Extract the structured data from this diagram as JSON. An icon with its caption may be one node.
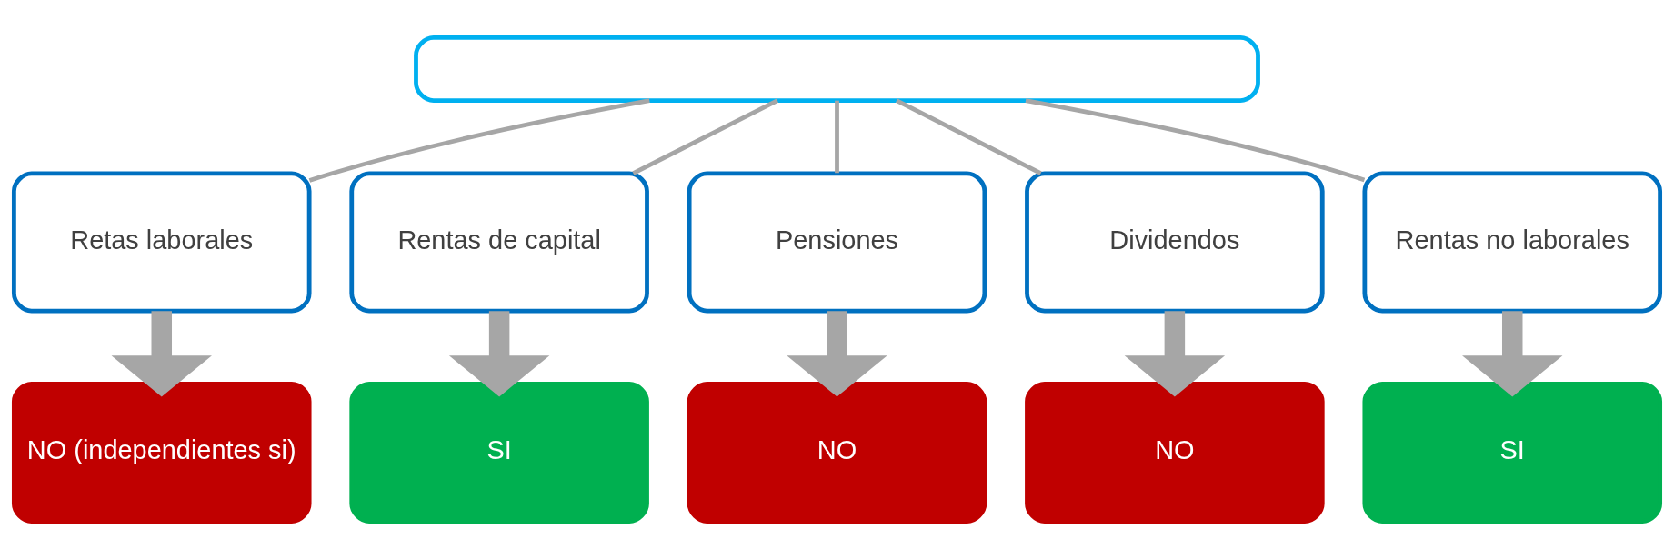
{
  "diagram": {
    "nodes": [
      {
        "text": [],
        "shape": "box"
      },
      {
        "text": [
          "Retas laborales"
        ]
      },
      {
        "text": [
          "Rentas de capital"
        ]
      },
      {
        "text": [
          "Pensiones"
        ]
      },
      {
        "text": [
          "Dividendos"
        ]
      },
      {
        "text": [
          "Rentas no laborales"
        ]
      },
      {
        "text": [
          "NO (independientes si)"
        ]
      },
      {
        "text": [
          "SI"
        ]
      },
      {
        "text": [
          "NO"
        ]
      },
      {
        "text": [
          "NO"
        ]
      },
      {
        "text": [
          "SI"
        ]
      }
    ],
    "edges": [
      {
        "from": 0,
        "to": 1,
        "arrow": "none"
      },
      {
        "from": 0,
        "to": 2,
        "arrow": "none"
      },
      {
        "from": 0,
        "to": 3,
        "arrow": "none"
      },
      {
        "from": 0,
        "to": 4,
        "arrow": "none"
      },
      {
        "from": 0,
        "to": 5,
        "arrow": "none"
      },
      {
        "from": 1,
        "to": 6,
        "arrow": "to",
        "style": "thick"
      },
      {
        "from": 2,
        "to": 7,
        "arrow": "to",
        "style": "thick"
      },
      {
        "from": 3,
        "to": 8,
        "arrow": "to",
        "style": "thick"
      },
      {
        "from": 4,
        "to": 9,
        "arrow": "to",
        "style": "thick"
      },
      {
        "from": 5,
        "to": 10,
        "arrow": "to",
        "style": "thick"
      }
    ]
  }
}
